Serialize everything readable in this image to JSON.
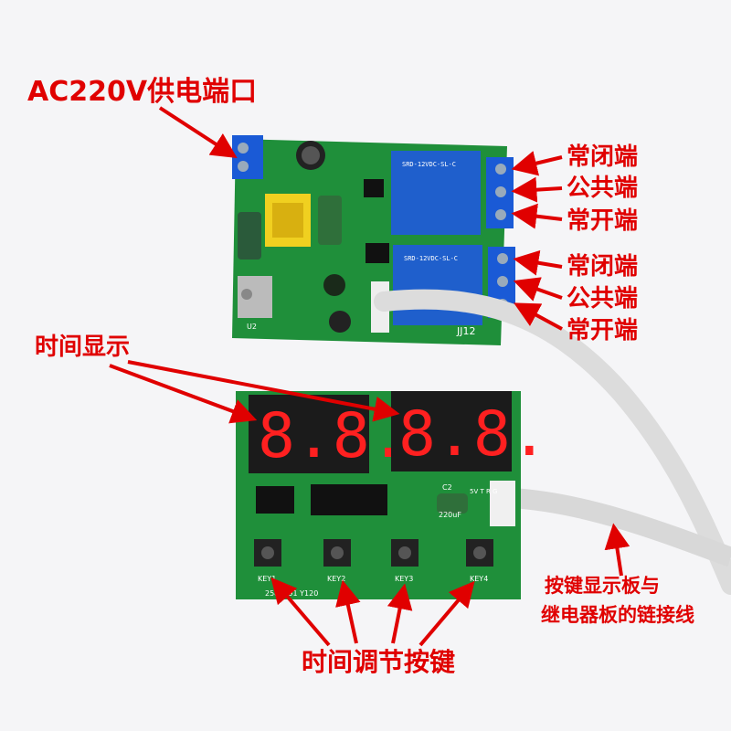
{
  "annotations": {
    "power_port": "AC220V供电端口",
    "relay1_nc": "常闭端",
    "relay1_com": "公共端",
    "relay1_no": "常开端",
    "relay2_nc": "常闭端",
    "relay2_com": "公共端",
    "relay2_no": "常开端",
    "time_display": "时间显示",
    "cable_line1": "按键显示板与",
    "cable_line2": "继电器板的链接线",
    "keys_label": "时间调节按键"
  },
  "pcb_silkscreen": {
    "relay1_text": "SRD-12VDC-SL-C",
    "relay2_text": "SRD-12VDC-SL-C",
    "key1": "KEY1",
    "key2": "KEY2",
    "key3": "KEY3",
    "key4": "KEY4",
    "board_code": "2586591 Y120",
    "cap_text": "220uF",
    "header_pins": "5V T R G",
    "u2": "U2",
    "c2": "C2",
    "board_id": "JJ12"
  },
  "colors": {
    "pcb_green": "#1f8f3a",
    "annotation_red": "#e00000",
    "relay_blue": "#1f5fcc",
    "display_red": "#ff2020",
    "terminal_blue": "#1a5ad6"
  }
}
